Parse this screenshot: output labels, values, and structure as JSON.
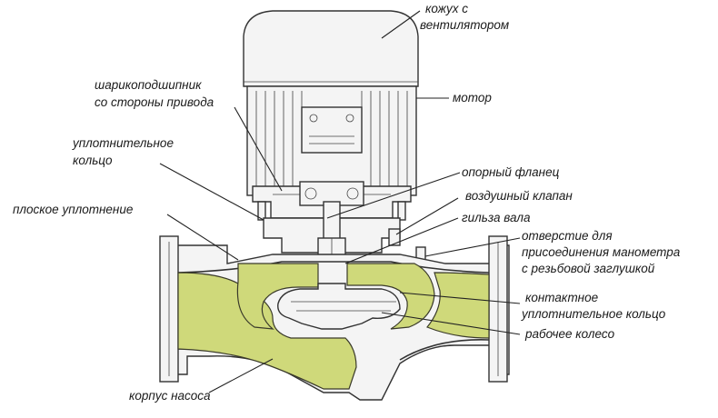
{
  "colors": {
    "fluid": "#cfd97a",
    "outline": "#333333",
    "background": "#ffffff",
    "label": "#1a1a1a"
  },
  "labels": {
    "fan_cover_1": "кожух с",
    "fan_cover_2": "вентилятором",
    "motor": "мотор",
    "bearing_1": "шарикоподшипник",
    "bearing_2": "со стороны привода",
    "seal_ring_1": "уплотнительное",
    "seal_ring_2": "кольцо",
    "support_flange": "опорный фланец",
    "air_valve": "воздушный клапан",
    "flat_seal": "плоское уплотнение",
    "shaft_sleeve": "гильза вала",
    "gauge_port_1": "отверстие для",
    "gauge_port_2": "присоединения манометра",
    "gauge_port_3": "с резьбовой заглушкой",
    "contact_ring_1": "контактное",
    "contact_ring_2": "уплотнительное кольцо",
    "impeller": "рабочее колесо",
    "pump_casing": "корпус насоса"
  }
}
